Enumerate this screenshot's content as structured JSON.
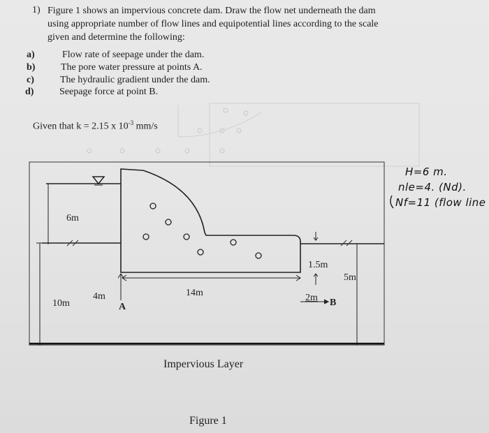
{
  "question": {
    "number": "1)",
    "lines": [
      "Figure 1 shows an impervious concrete dam. Draw the flow net underneath the dam",
      "using appropriate number of flow lines and equipotential lines according to the scale",
      "given and determine the following:"
    ],
    "items": [
      {
        "letter": "a)",
        "text": "Flow rate of seepage under the dam."
      },
      {
        "letter": "b)",
        "text": "The pore water pressure at points A."
      },
      {
        "letter": "c)",
        "text": "The hydraulic gradient under the dam."
      },
      {
        "letter": "d)",
        "text": "Seepage force at point B."
      }
    ],
    "given_prefix": "Given that k = 2.15 x 10",
    "given_exp": "-3",
    "given_unit": " mm/s"
  },
  "figure": {
    "dims": {
      "upstream_depth": "6m",
      "soil_depth": "10m",
      "point_a_depth": "4m",
      "dam_base": "14m",
      "downstream_step": "1.5m",
      "point_b_offset": "2m",
      "downstream_depth": "5m"
    },
    "point_a": "A",
    "point_b": "B",
    "impervious_label": "Impervious Layer",
    "figure_label": "Figure 1"
  },
  "handwritten": {
    "line1": "H=6 m.",
    "line2": "nle=4. (Nd).",
    "line3": "Nf=11 (flow line"
  }
}
